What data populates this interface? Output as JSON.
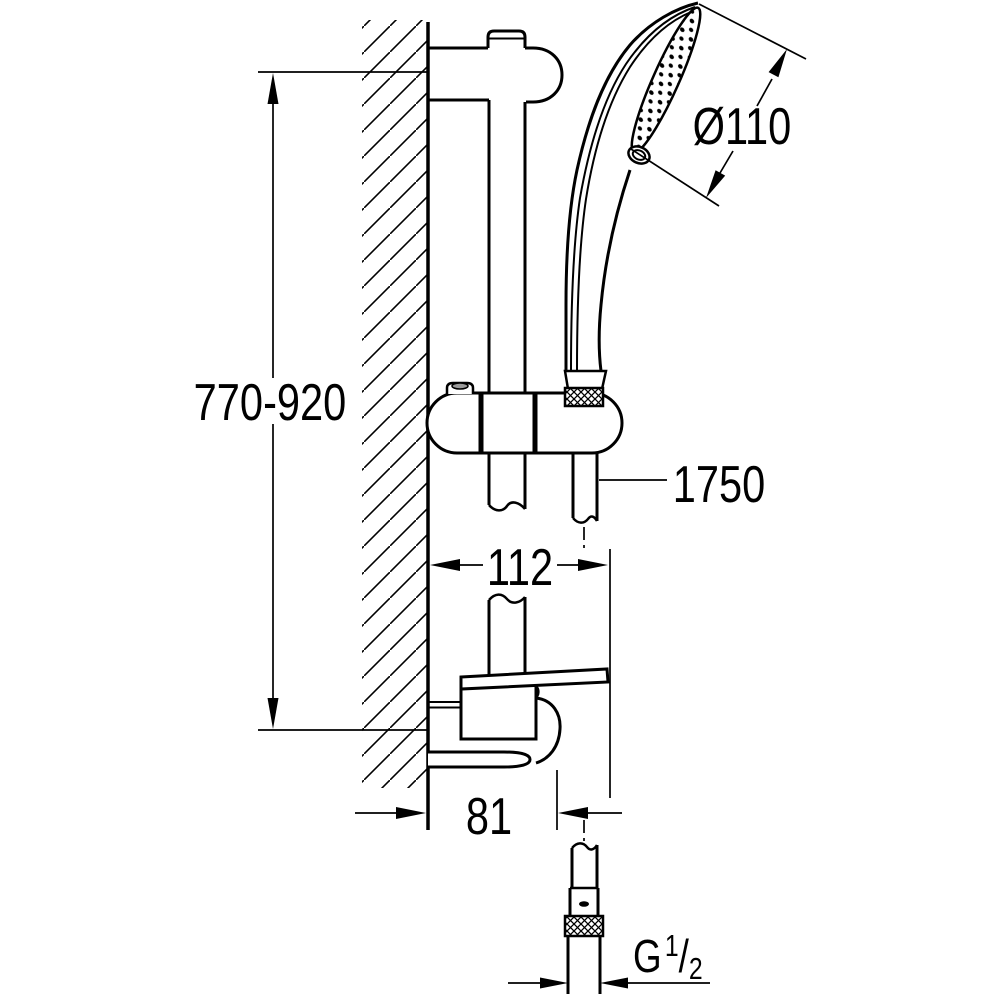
{
  "drawing": {
    "background_color": "#ffffff",
    "line_color": "#000000",
    "knob_gray": "#9b9b9b",
    "labels": {
      "height_range": "770-920",
      "head_diameter": "Ø110",
      "hose_length": "1750",
      "upper_offset": "112",
      "lower_offset": "81",
      "thread": {
        "prefix": "G",
        "numerator": "1",
        "slash": "/",
        "denominator": "2"
      }
    }
  }
}
